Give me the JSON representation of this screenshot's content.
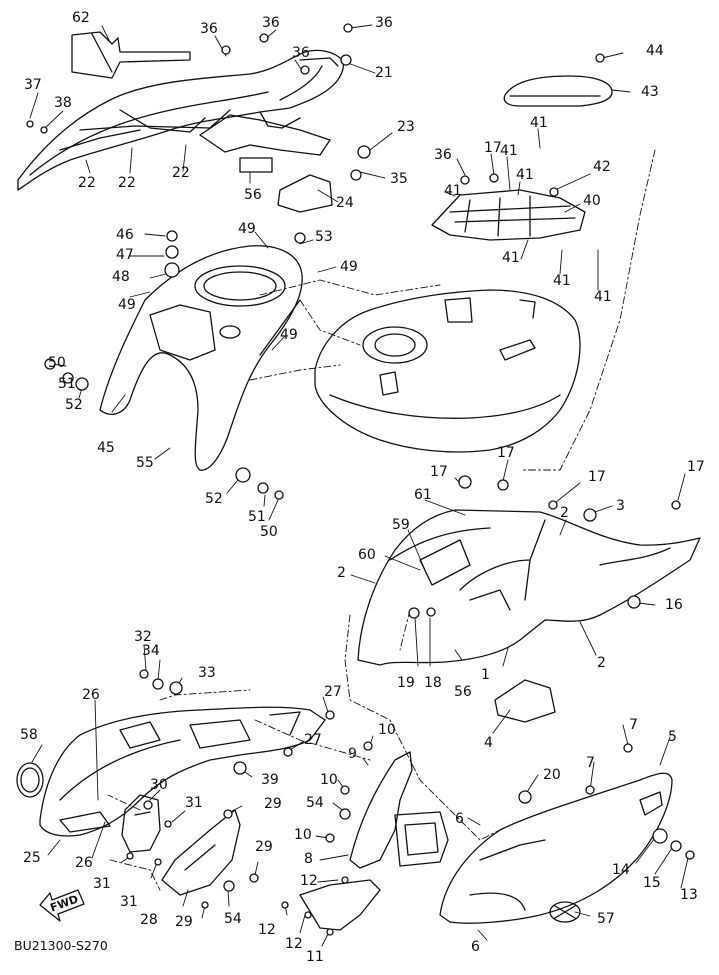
{
  "diagram": {
    "drawing_code": "BU21300-S270",
    "direction_label": "FWD",
    "part_numbers": [
      "62",
      "36",
      "36",
      "36",
      "36",
      "21",
      "37",
      "38",
      "23",
      "22",
      "22",
      "22",
      "56",
      "35",
      "24",
      "44",
      "43",
      "41",
      "36",
      "17",
      "41",
      "41",
      "42",
      "40",
      "41",
      "41",
      "41",
      "41",
      "46",
      "49",
      "53",
      "47",
      "49",
      "48",
      "49",
      "49",
      "50",
      "51",
      "52",
      "45",
      "55",
      "52",
      "51",
      "50",
      "17",
      "17",
      "17",
      "17",
      "3",
      "61",
      "59",
      "2",
      "60",
      "2",
      "16",
      "19",
      "18",
      "56",
      "1",
      "2",
      "4",
      "32",
      "34",
      "33",
      "26",
      "27",
      "27",
      "58",
      "39",
      "30",
      "31",
      "29",
      "25",
      "26",
      "31",
      "31",
      "28",
      "29",
      "29",
      "54",
      "10",
      "9",
      "10",
      "54",
      "10",
      "8",
      "12",
      "12",
      "12",
      "11",
      "20",
      "6",
      "7",
      "7",
      "5",
      "14",
      "15",
      "13",
      "57",
      "6"
    ],
    "colors": {
      "line": "#111111",
      "background": "#ffffff"
    }
  }
}
